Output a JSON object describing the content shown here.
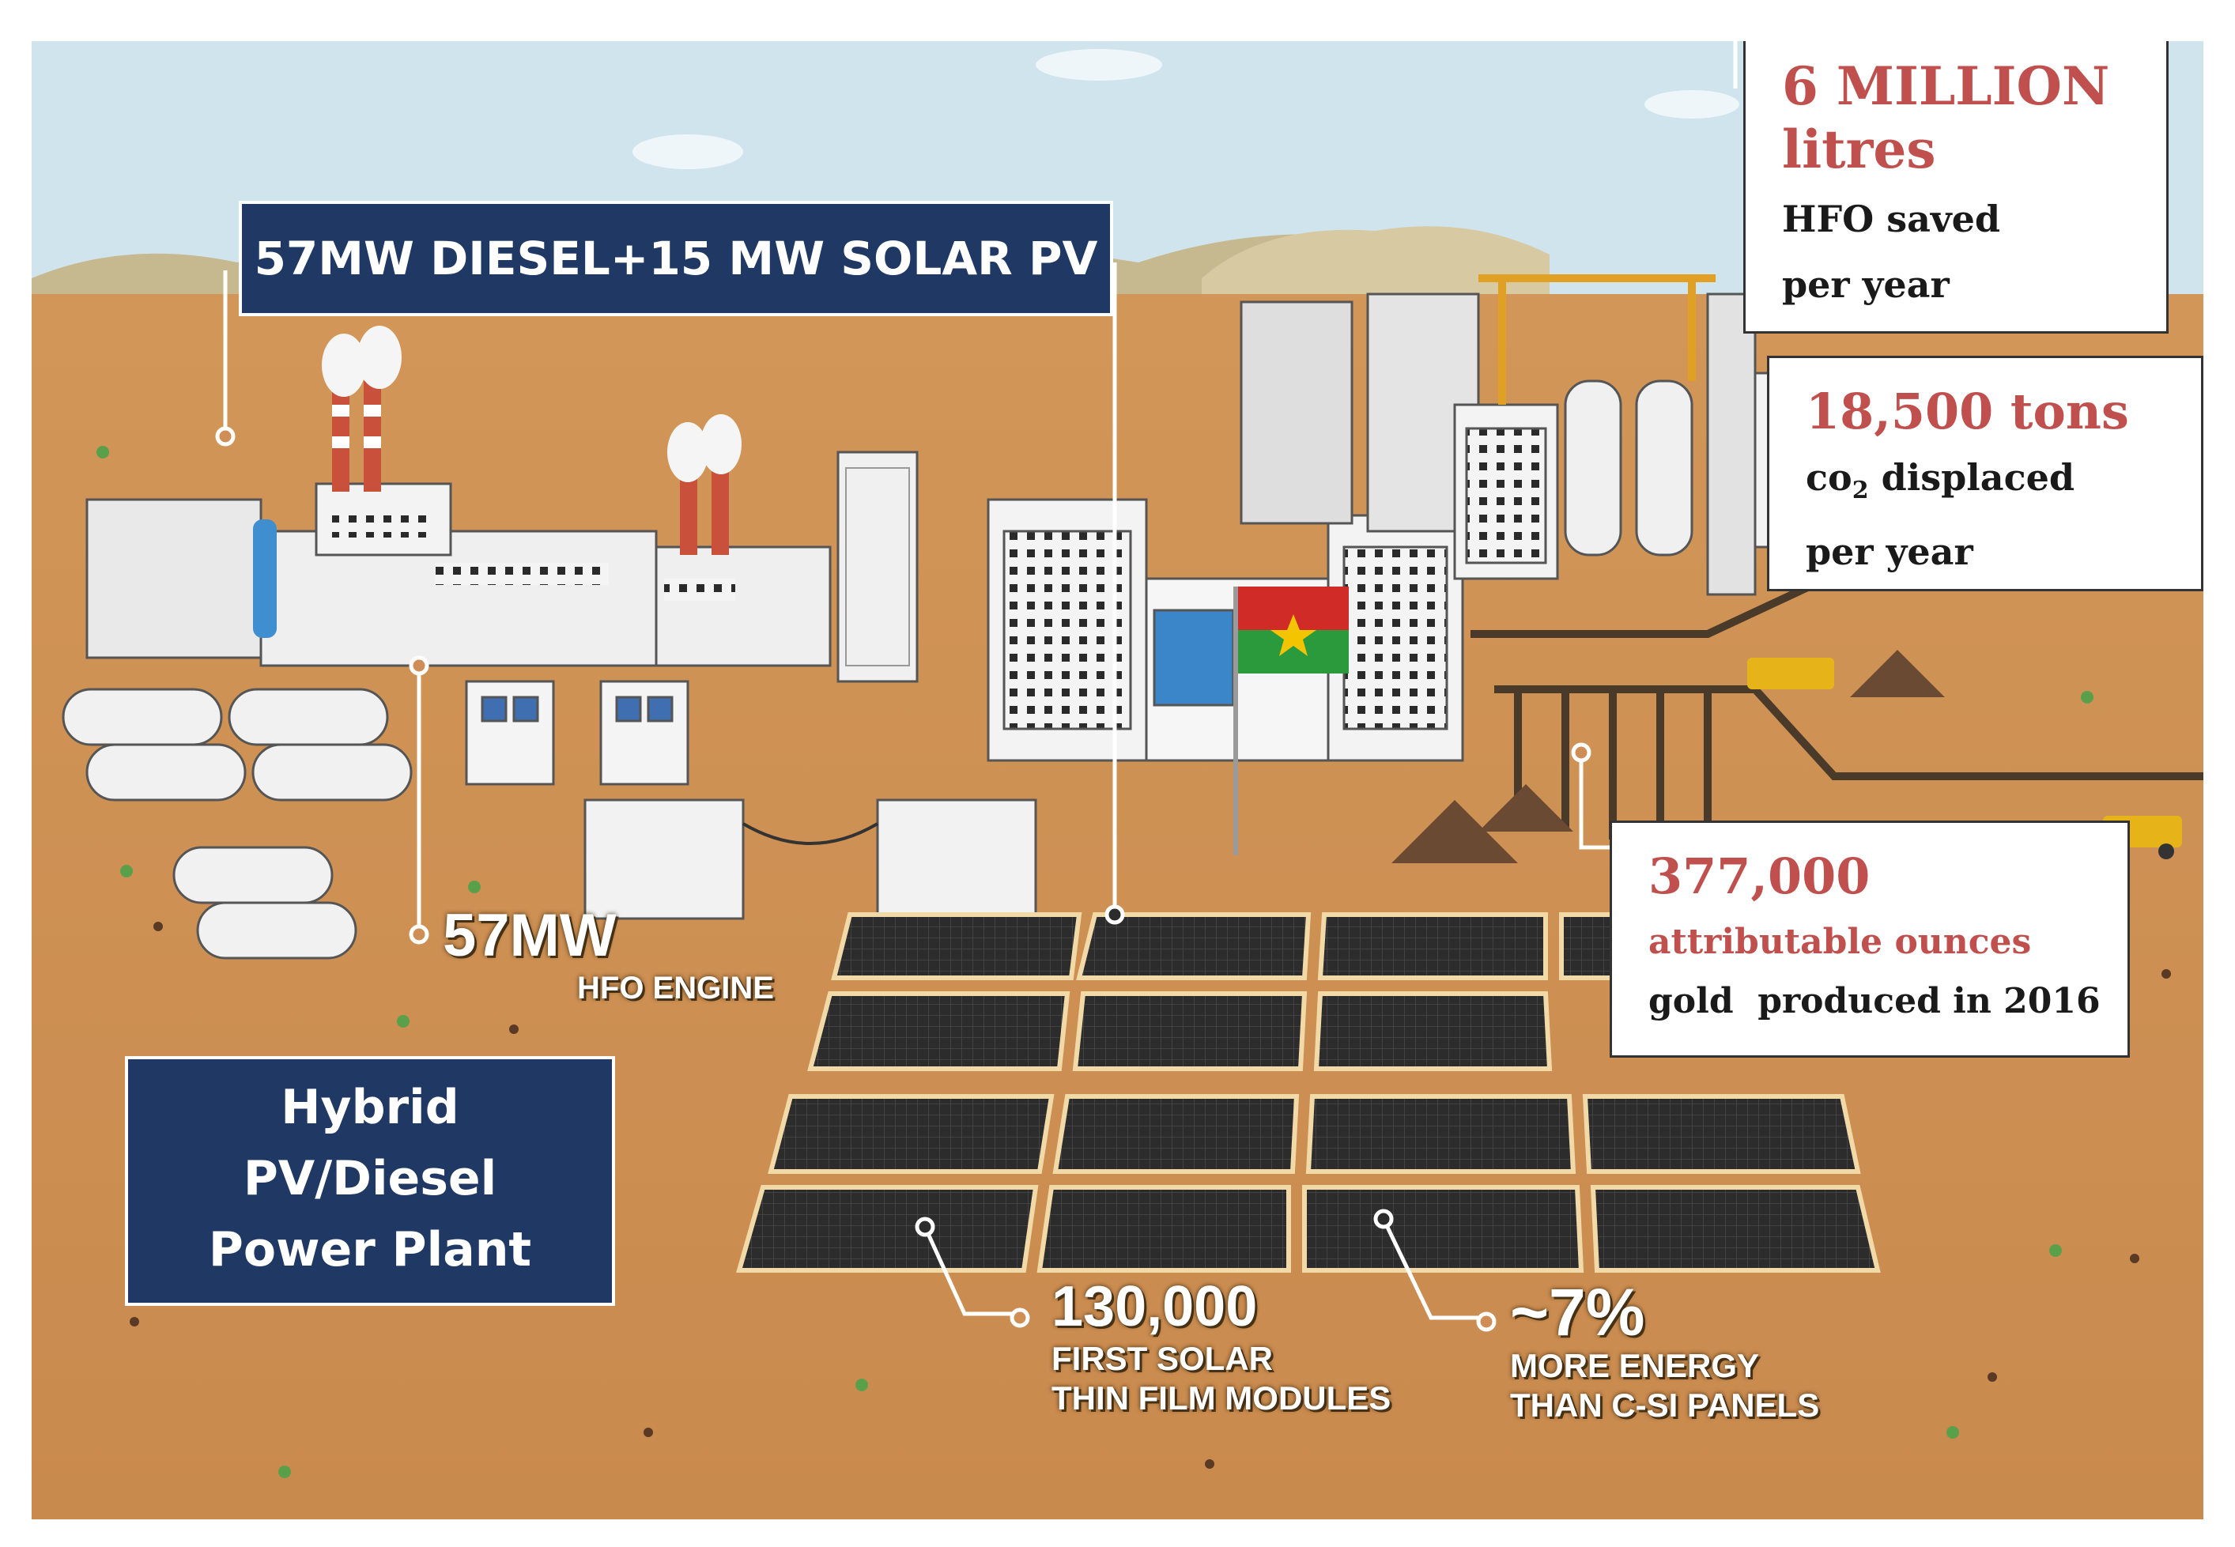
{
  "title_banner": "57MW DIESEL+15 MW SOLAR PV",
  "plant_label": {
    "line1": "Hybrid",
    "line2": "PV/Diesel",
    "line3": "Power Plant"
  },
  "stats": {
    "hfo": {
      "value": "6 MILLION",
      "unit": "litres",
      "line1": "HFO saved",
      "line2": "per year"
    },
    "co2": {
      "value": "18,500 tons",
      "line1_pre": "co",
      "line1_sub": "2",
      "line1_post": " displaced",
      "line2": "per year"
    },
    "gold": {
      "value": "377,000",
      "line1": "attributable ounces",
      "line2": "gold  produced in 2016"
    }
  },
  "callouts": {
    "engine": {
      "value": "57MW",
      "caption": "HFO ENGINE"
    },
    "modules": {
      "value": "130,000",
      "caption1": "FIRST SOLAR",
      "caption2": "THIN FILM MODULES"
    },
    "energy": {
      "value": "~7%",
      "caption1": "MORE ENERGY",
      "caption2": "THAN C-SI PANELS"
    }
  },
  "colors": {
    "sky": "#cfe4ec",
    "ground": "#cf8e55",
    "navy": "#1f3864",
    "stat_red": "#c0504d",
    "panel": "#2a2a2a",
    "flag_red": "#d02b27",
    "flag_green": "#2a9a3c",
    "flag_star": "#f5c400"
  }
}
